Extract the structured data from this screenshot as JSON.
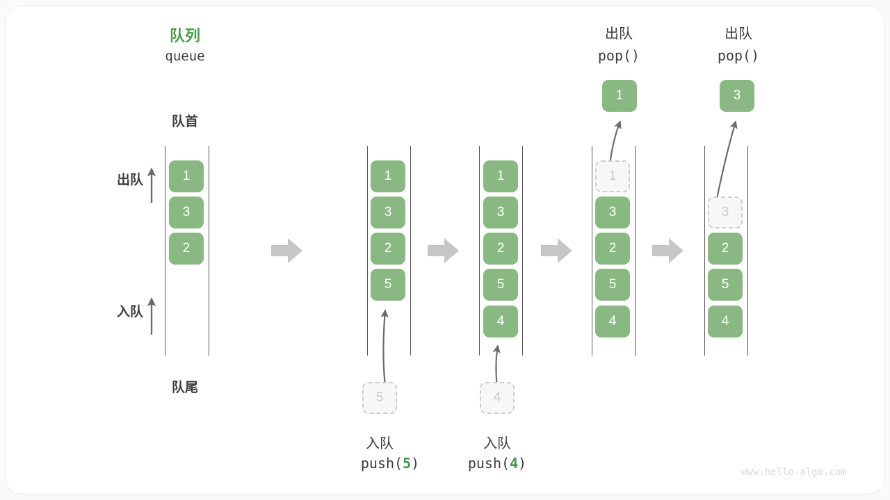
{
  "diagram": {
    "title_cn": "队列",
    "title_code": "queue",
    "front_label": "队首",
    "rear_label": "队尾",
    "dequeue_label": "出队",
    "enqueue_label": "入队",
    "watermark": "www.hello-algo.com",
    "accent_green": "#89b882",
    "title_green": "#4e9a51",
    "ghost_gray": "#c9c9c9",
    "arrow_gray": "#c6c6c6"
  },
  "panels": [
    {
      "id": "initial",
      "items": [
        "1",
        "3",
        "2"
      ],
      "ghost_index": null,
      "op_cn": "",
      "op_code": "",
      "popped_value": null,
      "pushed_value": null
    },
    {
      "id": "push-5",
      "items": [
        "1",
        "3",
        "2",
        "5"
      ],
      "ghost_index": null,
      "op_cn": "入队",
      "op_code": "push(5)",
      "op_code_pre": "push(",
      "op_code_arg": "5",
      "op_code_post": ")",
      "popped_value": null,
      "pushed_value": "5"
    },
    {
      "id": "push-4",
      "items": [
        "1",
        "3",
        "2",
        "5",
        "4"
      ],
      "ghost_index": null,
      "op_cn": "入队",
      "op_code": "push(4)",
      "op_code_pre": "push(",
      "op_code_arg": "4",
      "op_code_post": ")",
      "popped_value": null,
      "pushed_value": "4"
    },
    {
      "id": "pop-1",
      "items": [
        "1",
        "3",
        "2",
        "5",
        "4"
      ],
      "ghost_index": 0,
      "op_cn": "出队",
      "op_code": "pop()",
      "popped_value": "1",
      "pushed_value": null
    },
    {
      "id": "pop-3",
      "items": [
        "3",
        "2",
        "5",
        "4"
      ],
      "ghost_index": 0,
      "ghost_row": 1,
      "op_cn": "出队",
      "op_code": "pop()",
      "popped_value": "3",
      "pushed_value": null
    }
  ],
  "step_arrows": [
    {
      "name": "step-arrow-1"
    },
    {
      "name": "step-arrow-2"
    },
    {
      "name": "step-arrow-3"
    },
    {
      "name": "step-arrow-4"
    }
  ]
}
